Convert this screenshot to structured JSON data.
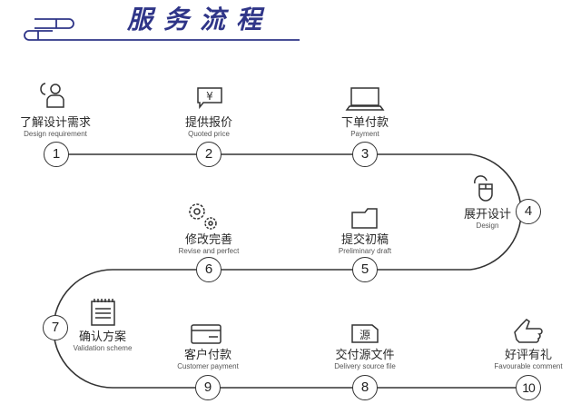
{
  "header": {
    "title": "服务流程",
    "accent_color": "#2f3588"
  },
  "flow_line_color": "#333333",
  "steps": [
    {
      "number": "1",
      "cn": "了解设计需求",
      "en": "Design requirement",
      "icon": "customer-service-icon"
    },
    {
      "number": "2",
      "cn": "提供报价",
      "en": "Quoted price",
      "icon": "yen-chat-bubble-icon"
    },
    {
      "number": "3",
      "cn": "下单付款",
      "en": "Payment",
      "icon": "laptop-icon"
    },
    {
      "number": "4",
      "cn": "展开设计",
      "en": "Design",
      "icon": "mouse-icon"
    },
    {
      "number": "5",
      "cn": "提交初稿",
      "en": "Preliminary draft",
      "icon": "folder-icon"
    },
    {
      "number": "6",
      "cn": "修改完善",
      "en": "Revise and perfect",
      "icon": "gears-icon"
    },
    {
      "number": "7",
      "cn": "确认方案",
      "en": "Validation scheme",
      "icon": "notepad-icon"
    },
    {
      "number": "8",
      "cn": "交付源文件",
      "en": "Delivery source file",
      "icon": "source-folder-icon",
      "icon_text": "源"
    },
    {
      "number": "9",
      "cn": "客户付款",
      "en": "Customer payment",
      "icon": "credit-card-icon"
    },
    {
      "number": "10",
      "cn": "好评有礼",
      "en": "Favourable comment",
      "icon": "thumbs-up-icon"
    }
  ]
}
